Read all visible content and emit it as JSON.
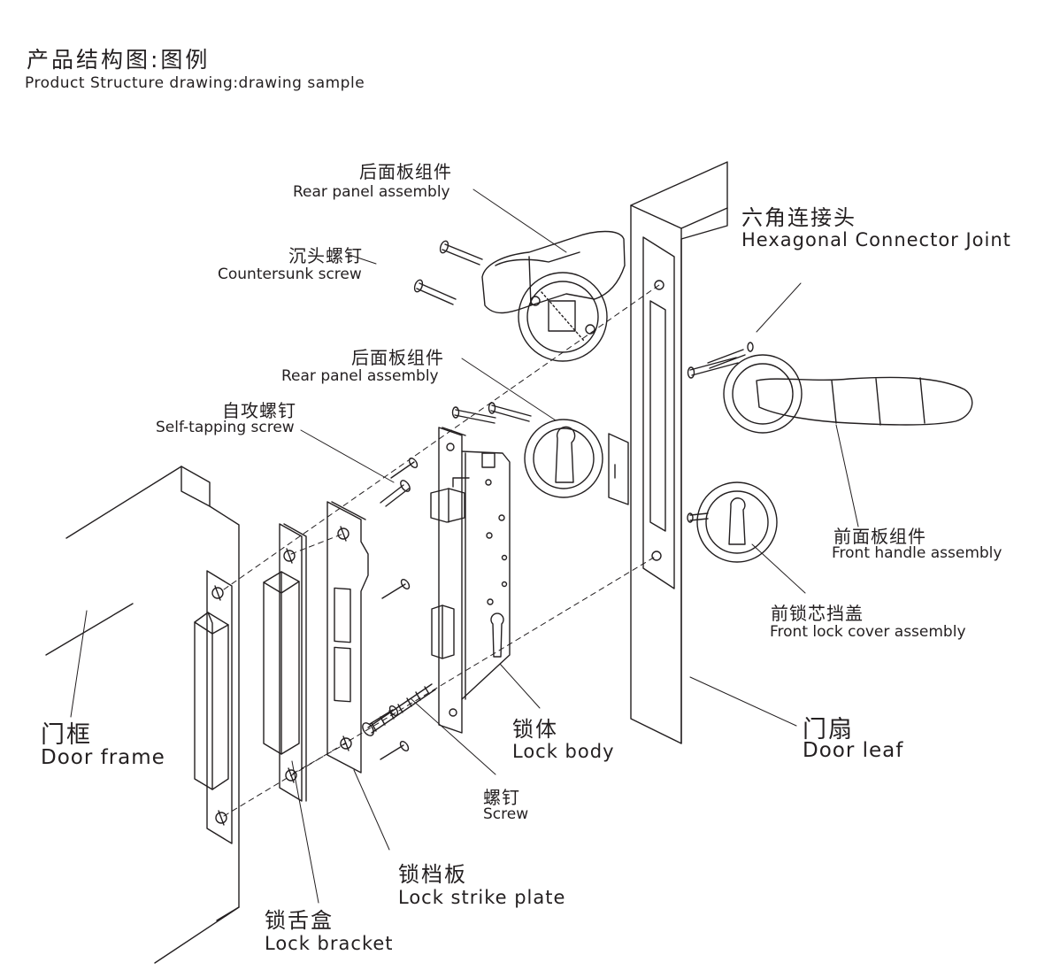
{
  "title": {
    "zh": "产品结构图:图例",
    "en": "Product Structure drawing:drawing sample"
  },
  "labels": {
    "rear_panel_top": {
      "zh": "后面板组件",
      "en": "Rear panel assembly"
    },
    "countersunk": {
      "zh": "沉头螺钉",
      "en": "Countersunk screw"
    },
    "rear_panel_mid": {
      "zh": "后面板组件",
      "en": "Rear panel assembly"
    },
    "self_tapping": {
      "zh": "自攻螺钉",
      "en": "Self-tapping screw"
    },
    "hex_joint": {
      "zh": "六角连接头",
      "en": "Hexagonal Connector Joint"
    },
    "front_handle": {
      "zh": "前面板组件",
      "en": "Front handle assembly"
    },
    "front_cover": {
      "zh": "前锁芯挡盖",
      "en": "Front lock cover assembly"
    },
    "door_frame": {
      "zh": "门框",
      "en": "Door frame"
    },
    "lock_body": {
      "zh": "锁体",
      "en": "Lock body"
    },
    "door_leaf": {
      "zh": "门扇",
      "en": "Door leaf"
    },
    "screw": {
      "zh": "螺钉",
      "en": "Screw"
    },
    "strike_plate": {
      "zh": "锁档板",
      "en": "Lock strike plate"
    },
    "lock_bracket": {
      "zh": "锁舌盒",
      "en": "Lock bracket"
    }
  },
  "line_color": "#231f20"
}
